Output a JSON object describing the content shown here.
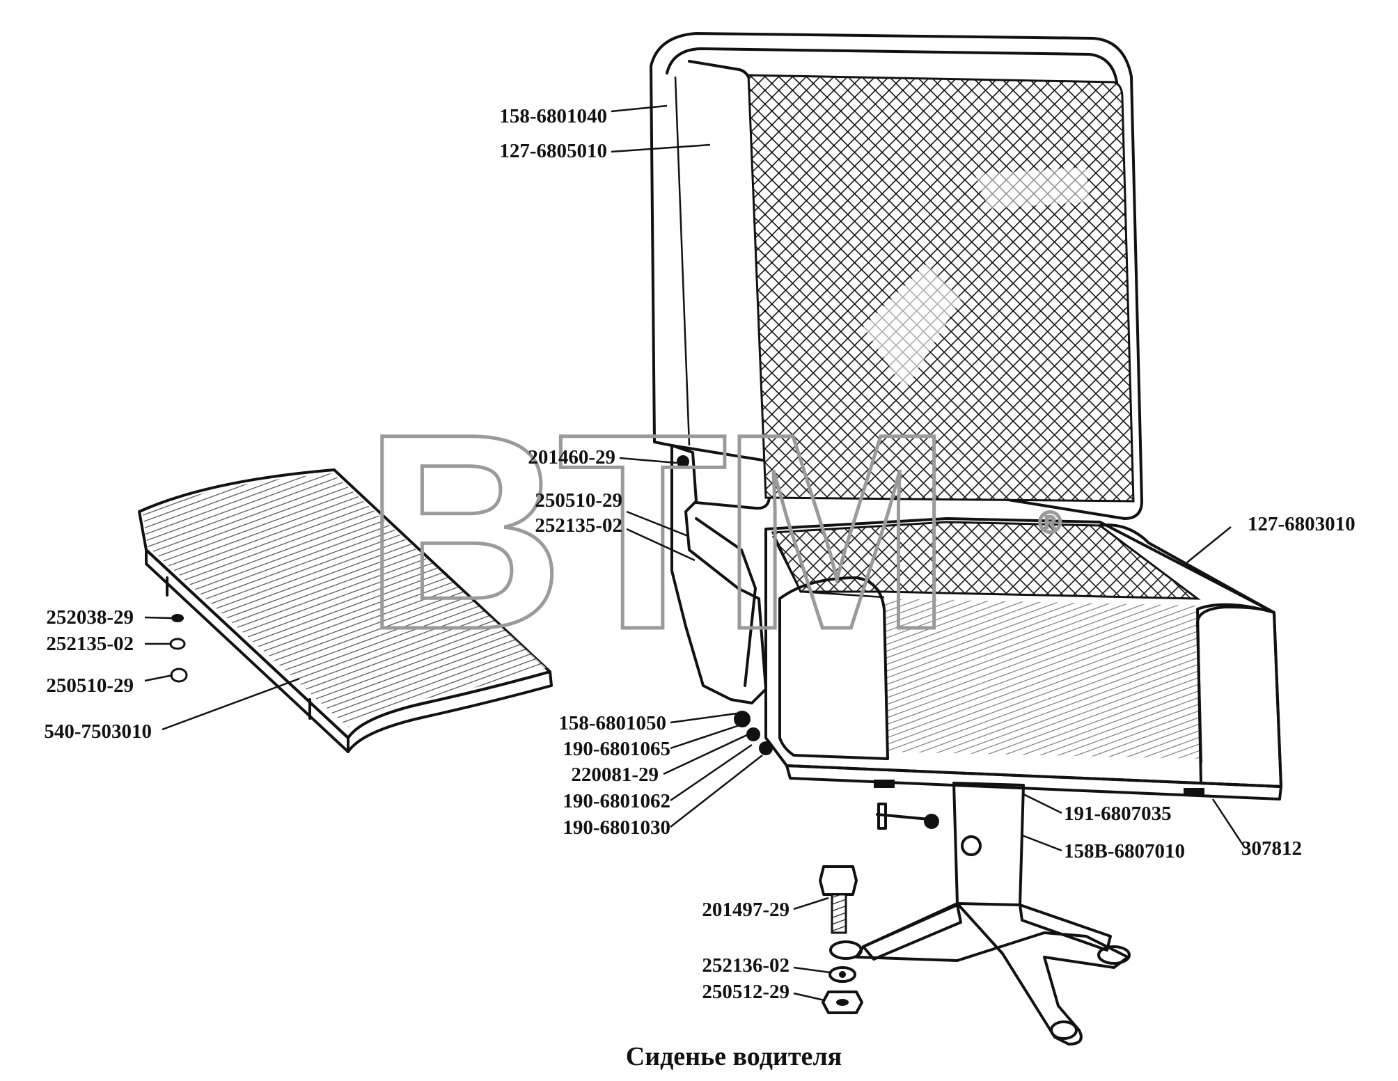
{
  "caption": "Сиденье водителя",
  "watermark": {
    "text": "BTM",
    "registered_mark": "®"
  },
  "colors": {
    "ink": "#111111",
    "paper": "#ffffff",
    "watermark": "#9a9a9a"
  },
  "parts": {
    "backrest_frame": "158-6801040",
    "backrest_trim": "127-6805010",
    "hinge_bolt": "201460-29",
    "hinge_nut": "250510-29",
    "hinge_washer": "252135-02",
    "seat_cushion": "127-6803010",
    "pad_nut_a": "252038-29",
    "pad_washer": "252135-02",
    "pad_nut_b": "250510-29",
    "pad_cushion": "540-7503010",
    "spring_1": "158-6801050",
    "bushing_1": "190-6801065",
    "pin": "220081-29",
    "bushing_2": "190-6801062",
    "lever": "190-6801030",
    "slide": "191-6807035",
    "bearing": "307812",
    "pedestal": "158В-6807010",
    "mount_bolt": "201497-29",
    "mount_washer": "252136-02",
    "mount_nut": "250512-29"
  }
}
